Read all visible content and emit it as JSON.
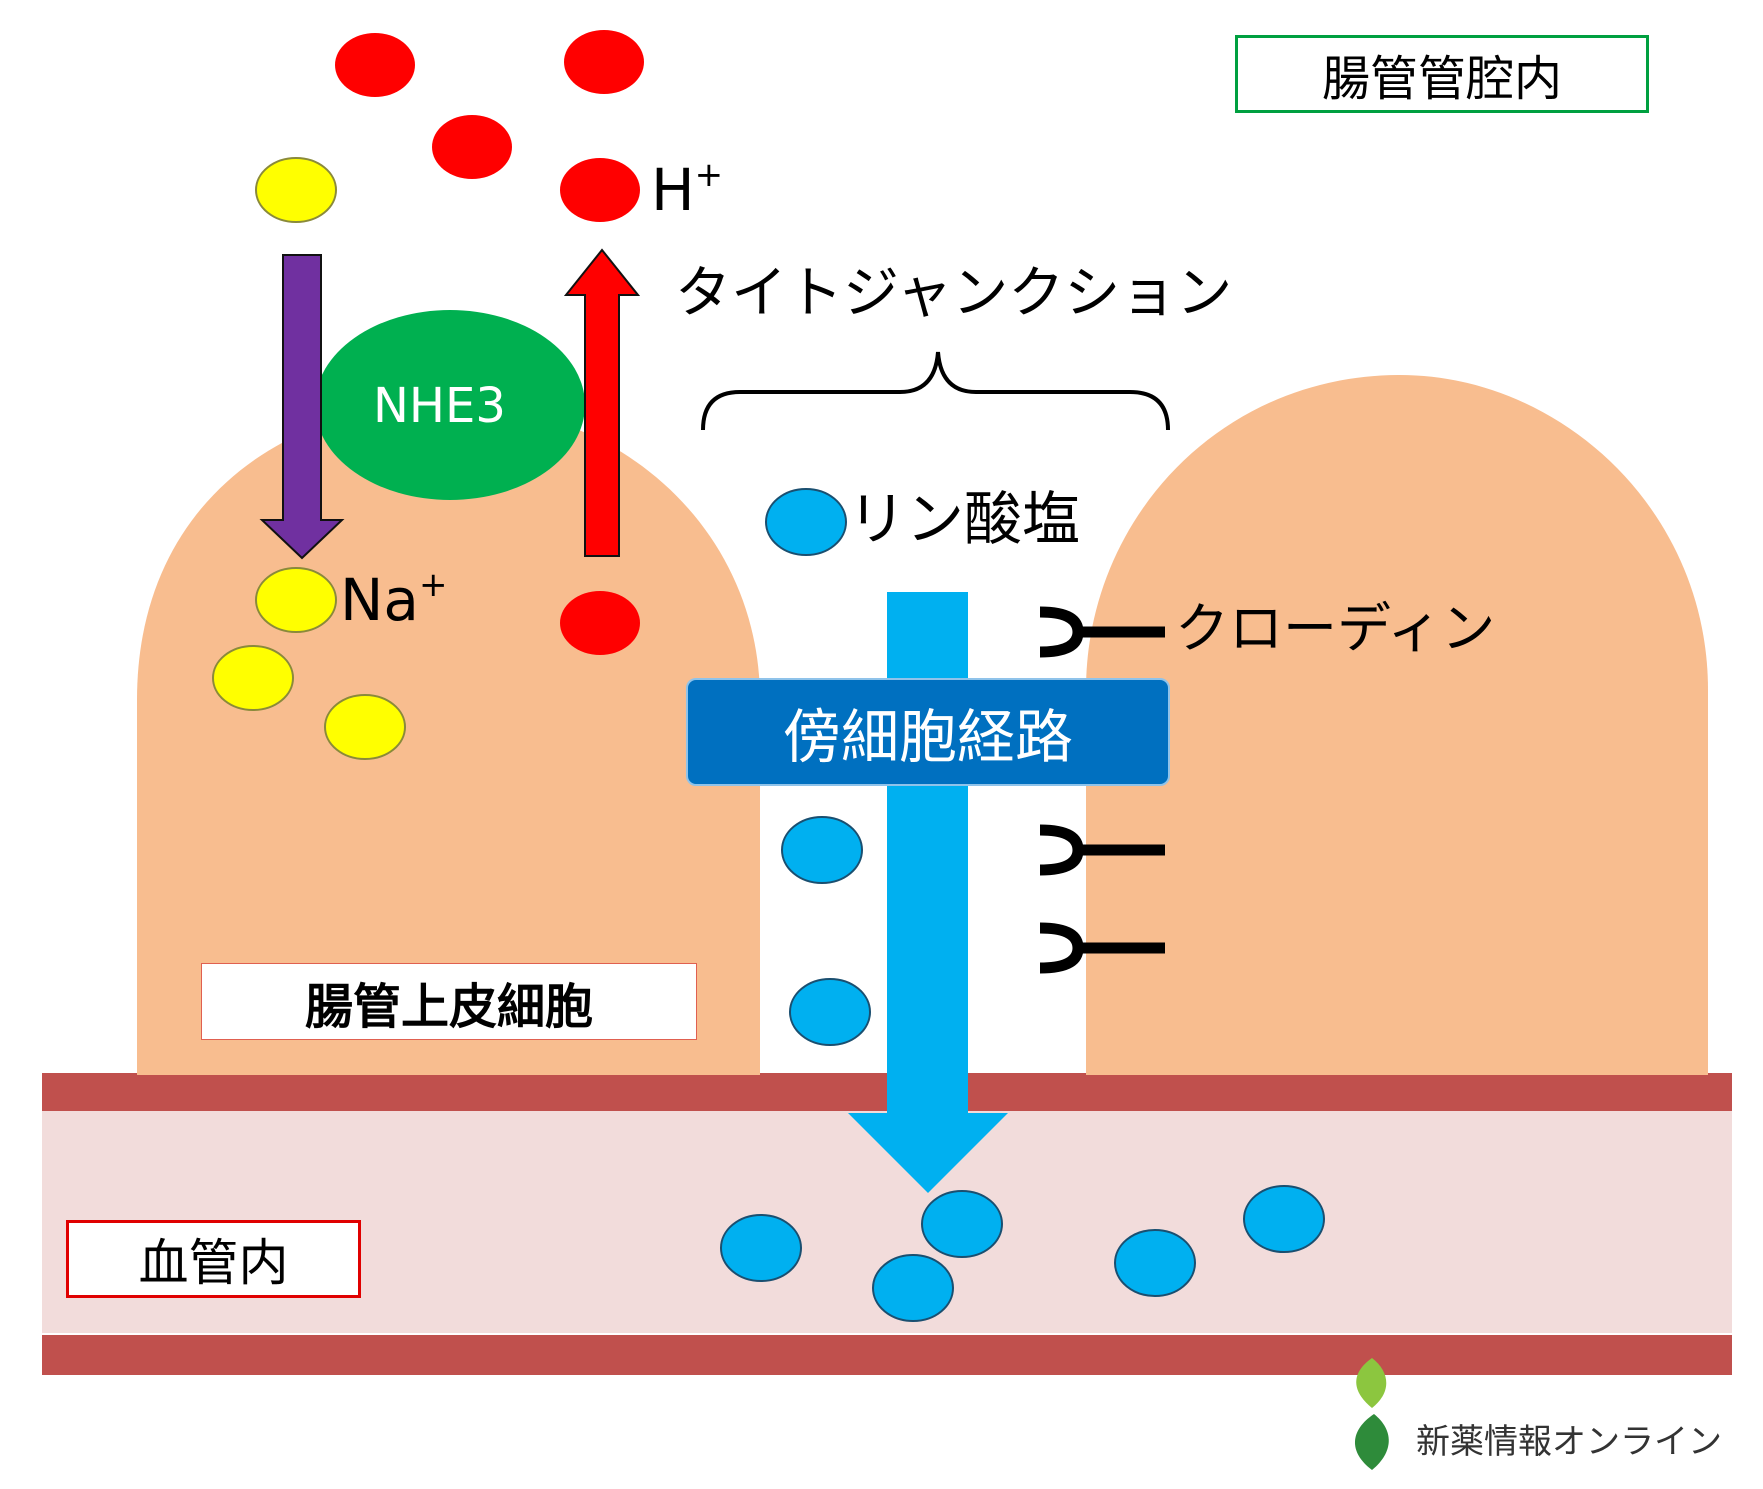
{
  "labels": {
    "lumen": "腸管管腔内",
    "h_plus": "H",
    "h_sup": "+",
    "na_plus": "Na",
    "na_sup": "+",
    "nhe3": "NHE3",
    "tight_junction": "タイトジャンクション",
    "phosphate": "リン酸塩",
    "claudin": "クローディン",
    "paracellular": "傍細胞経路",
    "epithelial": "腸管上皮細胞",
    "blood_vessel": "血管内",
    "logo": "新薬情報オンライン"
  },
  "colors": {
    "cell": "#f8bd8f",
    "hydrogen": "#ff0000",
    "sodium": "#ffff00",
    "phosphate": "#00b0f0",
    "nhe3": "#00b050",
    "na_arrow": "#7030a0",
    "h_arrow": "#ff0000",
    "vessel_wall": "#c0504d",
    "vessel_lumen": "#f2dcdb",
    "lumen_box_border": "#00a040",
    "epithelial_box_border": "#e06050",
    "vessel_box_border": "#e00000",
    "path_box": "#0070c0"
  }
}
